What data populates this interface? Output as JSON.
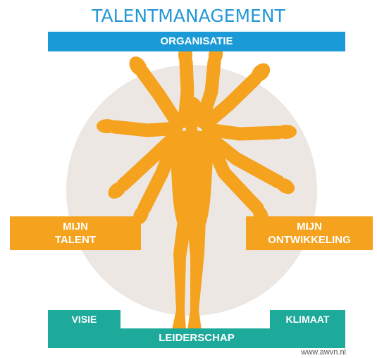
{
  "title": "TALENTMANAGEMENT",
  "labels": {
    "organisatie": "ORGANISATIE",
    "mijn_talent_line1": "MIJN",
    "mijn_talent_line2": "TALENT",
    "mijn_ontwikkeling_line1": "MIJN",
    "mijn_ontwikkeling_line2": "ONTWIKKELING",
    "visie": "VISIE",
    "klimaat": "KLIMAAT",
    "leiderschap": "LEIDERSCHAP"
  },
  "credit": "www.awvn.nl",
  "colors": {
    "title_blue": "#2598d6",
    "organisatie_blue": "#1a9ad6",
    "orange": "#f5a21e",
    "teal": "#1eaa9b",
    "circle_gray": "#ece7e3"
  },
  "icons": {
    "figure": "multi-armed-human-figure-icon"
  }
}
